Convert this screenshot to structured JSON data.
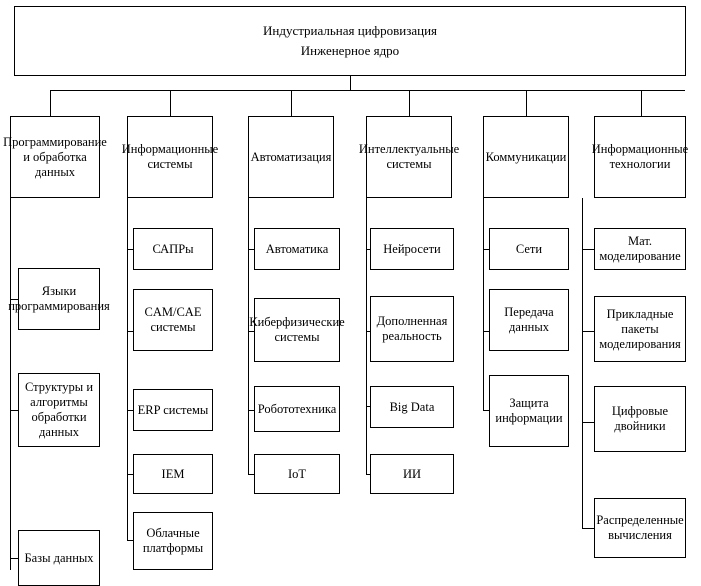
{
  "diagram": {
    "type": "hierarchy-tree",
    "root": {
      "line1": "Индустриальная цифровизация",
      "line2": "Инженерное ядро"
    },
    "columns": [
      {
        "head": "Программирование и обработка данных",
        "items": [
          "Языки программирования",
          "Структуры и алгоритмы обработки данных",
          "Базы данных"
        ]
      },
      {
        "head": "Информационные системы",
        "items": [
          "САПРы",
          "CAM/CAE системы",
          "ERP системы",
          "IEM",
          "Облачные платформы"
        ]
      },
      {
        "head": "Автоматизация",
        "items": [
          "Автоматика",
          "Киберфизические системы",
          "Робототехника",
          "IoT"
        ]
      },
      {
        "head": "Интеллектуальные системы",
        "items": [
          "Нейросети",
          "Дополненная реальность",
          "Big Data",
          "ИИ"
        ]
      },
      {
        "head": "Коммуникации",
        "items": [
          "Сети",
          "Передача данных",
          "Защита информации"
        ]
      },
      {
        "head": "Информационные технологии",
        "items": [
          "Мат. моделирование",
          "Прикладные пакеты моделирования",
          "Цифровые двойники",
          "Распределенные вычисления"
        ]
      }
    ]
  }
}
